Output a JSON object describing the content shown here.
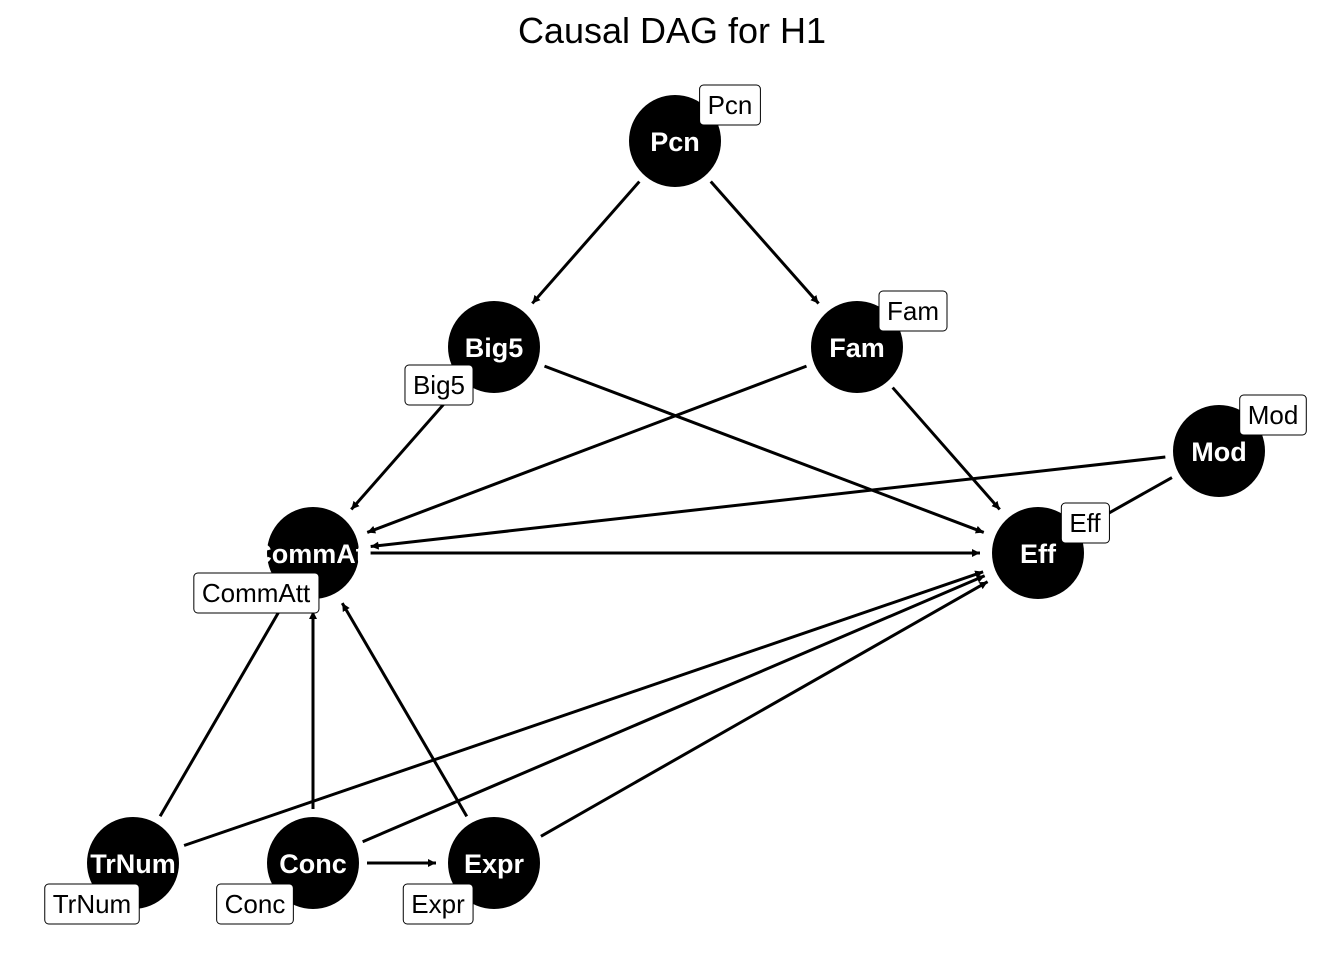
{
  "title": "Causal DAG for H1",
  "colors": {
    "node_fill": "#000000",
    "node_text": "#ffffff",
    "edge": "#000000",
    "label_bg": "#ffffff"
  },
  "nodes": [
    {
      "id": "Pcn",
      "text": "Pcn",
      "label": "Pcn"
    },
    {
      "id": "Big5",
      "text": "Big5",
      "label": "Big5"
    },
    {
      "id": "Fam",
      "text": "Fam",
      "label": "Fam"
    },
    {
      "id": "Mod",
      "text": "Mod",
      "label": "Mod"
    },
    {
      "id": "CommAtt",
      "text": "CommAtt",
      "label": "CommAtt"
    },
    {
      "id": "Eff",
      "text": "Eff",
      "label": "Eff"
    },
    {
      "id": "TrNum",
      "text": "TrNum",
      "label": "TrNum"
    },
    {
      "id": "Conc",
      "text": "Conc",
      "label": "Conc"
    },
    {
      "id": "Expr",
      "text": "Expr",
      "label": "Expr"
    }
  ],
  "edges": [
    {
      "from": "Pcn",
      "to": "Big5"
    },
    {
      "from": "Pcn",
      "to": "Fam"
    },
    {
      "from": "Big5",
      "to": "CommAtt"
    },
    {
      "from": "Big5",
      "to": "Eff"
    },
    {
      "from": "Fam",
      "to": "CommAtt"
    },
    {
      "from": "Fam",
      "to": "Eff"
    },
    {
      "from": "Mod",
      "to": "CommAtt"
    },
    {
      "from": "Mod",
      "to": "Eff"
    },
    {
      "from": "CommAtt",
      "to": "Eff"
    },
    {
      "from": "TrNum",
      "to": "CommAtt"
    },
    {
      "from": "TrNum",
      "to": "Eff"
    },
    {
      "from": "Conc",
      "to": "CommAtt"
    },
    {
      "from": "Conc",
      "to": "Eff"
    },
    {
      "from": "Conc",
      "to": "Expr"
    },
    {
      "from": "Expr",
      "to": "CommAtt"
    },
    {
      "from": "Expr",
      "to": "Eff"
    }
  ]
}
